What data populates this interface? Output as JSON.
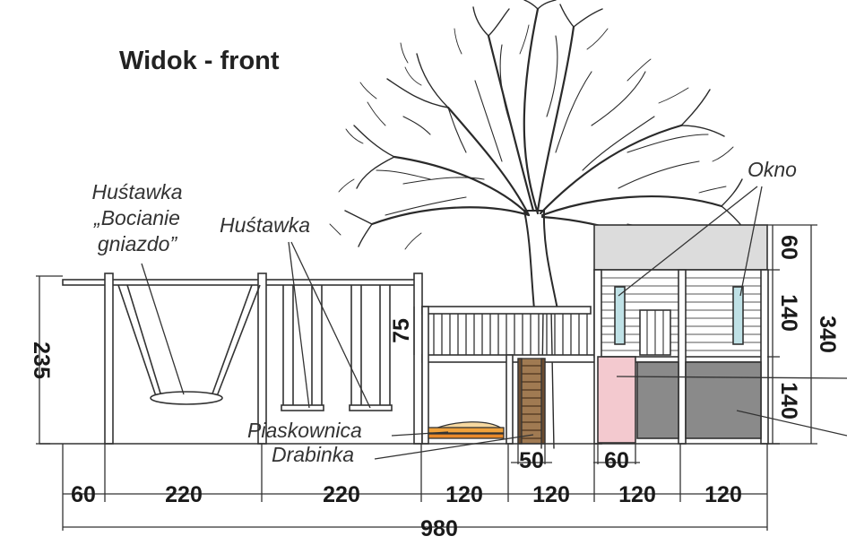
{
  "title": "Widok - front",
  "labels": {
    "swing_nest_line1": "Huśtawka",
    "swing_nest_line2": "„Bocianie",
    "swing_nest_line3": "gniazdo”",
    "swing": "Huśtawka",
    "window": "Okno",
    "sandbox": "Piaskownica",
    "ladder": "Drabinka"
  },
  "dimensions": {
    "total_width": "980",
    "seg_60": "60",
    "seg_220_a": "220",
    "seg_220_b": "220",
    "seg_120_a": "120",
    "seg_120_b": "120",
    "seg_120_c": "120",
    "seg_120_d": "120",
    "ladder_width": "50",
    "door_width": "60",
    "height_total_left": "235",
    "railing_height": "75",
    "roof_height": "60",
    "upper_height": "140",
    "lower_height": "140",
    "total_height_right": "340"
  },
  "colors": {
    "roof": "#dcdcdc",
    "window_glass": "#bfe1e6",
    "door": "#f3c9cf",
    "dark_panel": "#8a8a8a",
    "sandbox": "#f0a23c",
    "ladder": "#8a6a4a",
    "line": "#333333"
  }
}
